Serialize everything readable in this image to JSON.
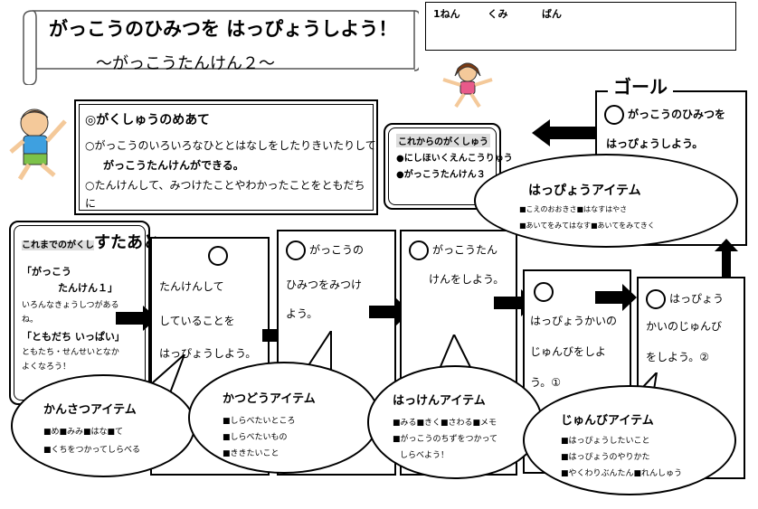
{
  "title": {
    "main": "がっこうのひみつを はっぴょうしよう！",
    "sub": "～がっこうたんけん２～"
  },
  "name_box": {
    "year": "1ねん",
    "class": "くみ",
    "number": "ばん"
  },
  "goal": {
    "heading": "ゴール",
    "lines": [
      "がっこうのひみつを",
      "はっぴょうしよう。"
    ]
  },
  "aim": {
    "heading": "◎がくしゅうのめあて",
    "line1": "○がっこうのいろいろなひととはなしをしたりきいたりして",
    "line2": "がっこうたんけんができる。",
    "line3": "○たんけんして、みつけたことやわかったことをともだち",
    "line4": "に"
  },
  "future": {
    "heading": "これからのがくしゅう",
    "items": [
      "●にしほいくえんこうりゅう",
      "●がっこうたんけん３"
    ]
  },
  "past": {
    "heading_a": "これまでのがくし",
    "heading_b": "すたあと",
    "item1_title": "「がっこう",
    "item1_title2": "たんけん１」",
    "item1_text": "いろんなきょうしつがある",
    "item1_text2": "ね。",
    "item2_title": "「ともだち いっぱい」",
    "item2_text": "ともたち・せんせいとなか",
    "item2_text2": "よくなろう！"
  },
  "steps": [
    {
      "lines": [
        "たんけんして",
        "していることを",
        "はっぴょうしよう。"
      ]
    },
    {
      "lines": [
        "がっこうの",
        "ひみつをみつけ",
        "よう。"
      ]
    },
    {
      "lines": [
        "がっこうたん",
        "けんをしよう。"
      ]
    },
    {
      "lines": [
        "はっぴょうかいの",
        "じゅんびをしよ",
        "う。①"
      ]
    },
    {
      "lines": [
        "はっぴょう",
        "かいのじゅんび",
        "をしよう。②"
      ]
    }
  ],
  "bubbles": {
    "happyou": {
      "title": "はっぴょうアイテム",
      "items": [
        "■こえのおおきさ■はなすはやさ",
        "■あいてをみてはなす■あいてをみてきく"
      ]
    },
    "kansatsu": {
      "title": "かんさつアイテム",
      "items": [
        "■め■みみ■はな■て",
        "■くちをつかってしらべる"
      ]
    },
    "katsudou": {
      "title": "かつどうアイテム",
      "items": [
        "■しらべたいところ",
        "■しらべたいもの",
        "■ききたいこと"
      ]
    },
    "hakken": {
      "title": "はっけんアイテム",
      "items": [
        "■みる■きく■さわる■メモ",
        "■がっこうのちずをつかって",
        "しらべよう！"
      ]
    },
    "junbi": {
      "title": "じゅんびアイテム",
      "items": [
        "■はっぴょうしたいこと",
        "■はっぴょうのやりかた",
        "■やくわりぶんたん■れんしゅう"
      ]
    }
  }
}
